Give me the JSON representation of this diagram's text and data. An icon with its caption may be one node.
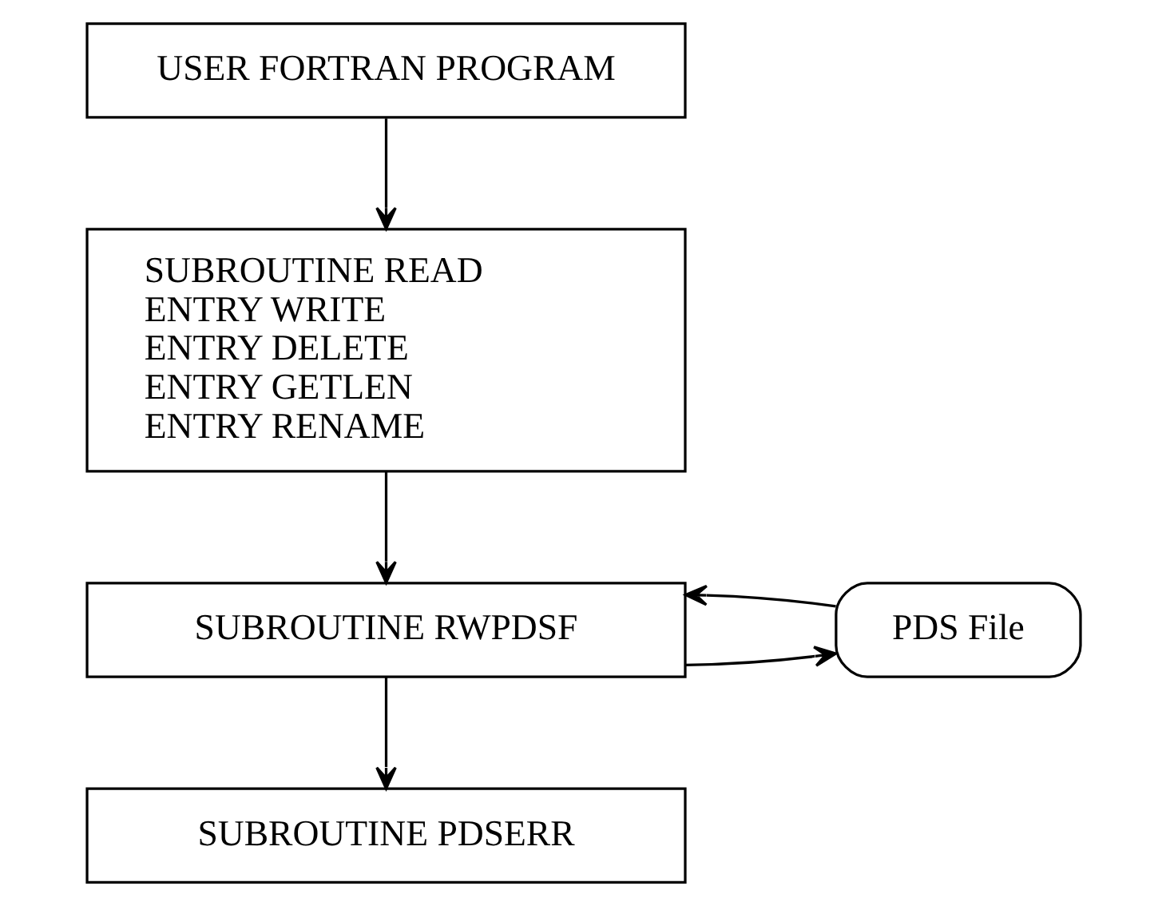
{
  "diagram": {
    "nodes": [
      {
        "text": [
          "USER FORTRAN PROGRAM"
        ]
      },
      {
        "text": [
          "SUBROUTINE READ",
          "ENTRY WRITE",
          "ENTRY DELETE",
          "ENTRY GETLEN",
          "ENTRY RENAME"
        ]
      },
      {
        "text": [
          "SUBROUTINE RWPDSF"
        ]
      },
      {
        "text": [
          "PDS File"
        ]
      },
      {
        "text": [
          "SUBROUTINE PDSERR"
        ]
      }
    ],
    "edges": [
      {
        "from": 0,
        "to": 1,
        "arrow": "to"
      },
      {
        "from": 1,
        "to": 2,
        "arrow": "to"
      },
      {
        "from": 2,
        "to": 3,
        "arrow": "to"
      },
      {
        "from": 3,
        "to": 2,
        "arrow": "to"
      },
      {
        "from": 2,
        "to": 4,
        "arrow": "to"
      }
    ]
  }
}
